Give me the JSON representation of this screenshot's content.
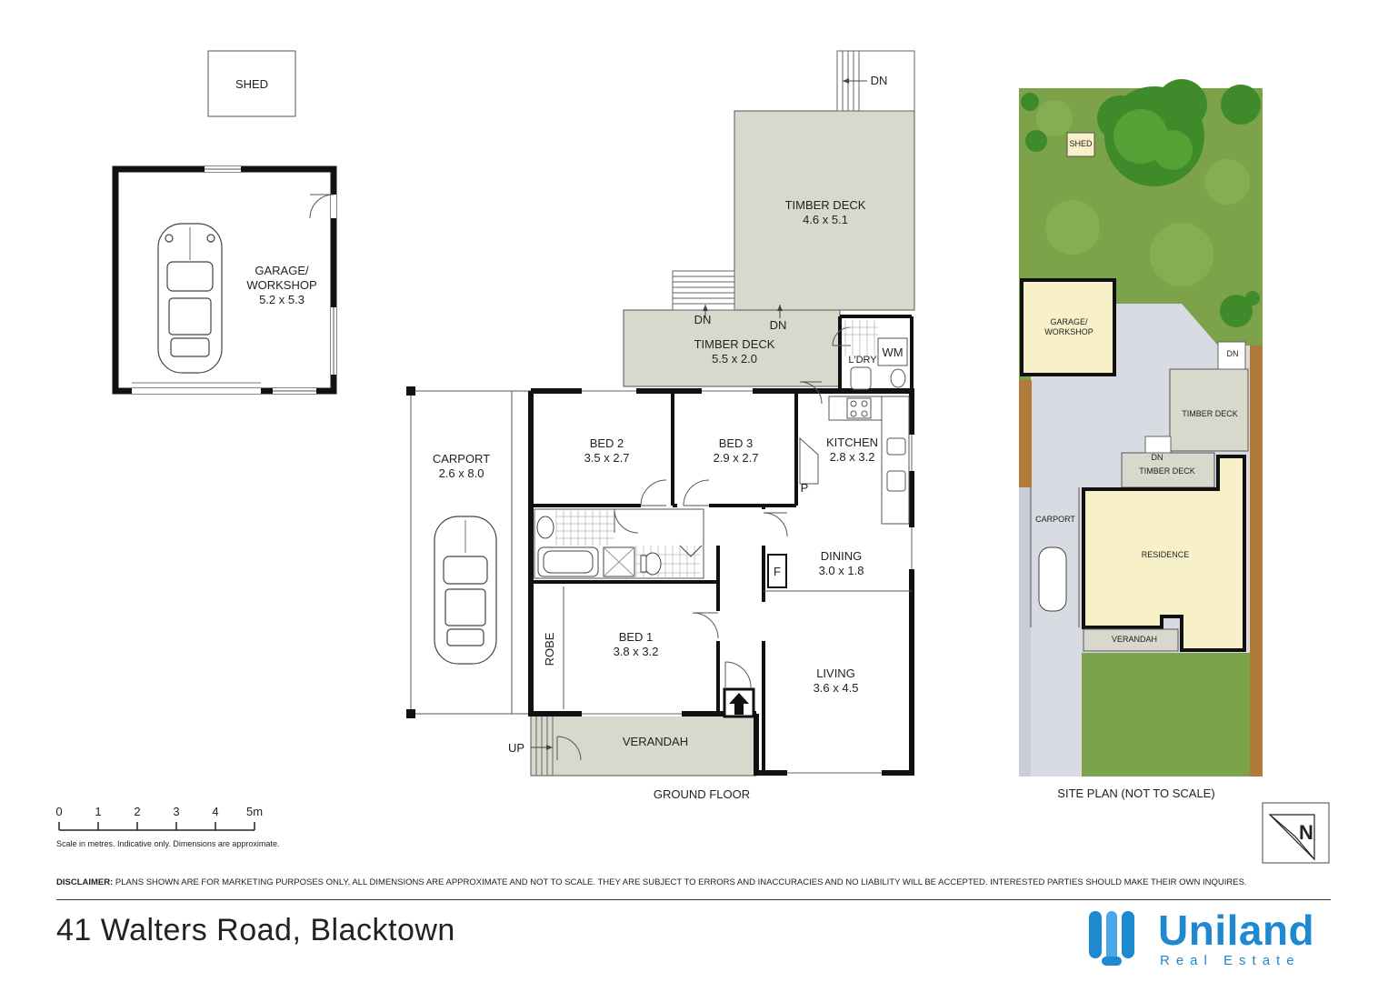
{
  "property": {
    "address": "41 Walters Road, Blacktown"
  },
  "plan": {
    "floor_label": "GROUND FLOOR",
    "rooms": {
      "shed": "SHED",
      "garage_name": "GARAGE/ WORKSHOP",
      "garage_dims": "5.2 x 5.3",
      "timber_deck_upper_name": "TIMBER DECK",
      "timber_deck_upper_dims": "4.6 x 5.1",
      "timber_deck_lower_name": "TIMBER DECK",
      "timber_deck_lower_dims": "5.5 x 2.0",
      "carport_name": "CARPORT",
      "carport_dims": "2.6 x 8.0",
      "bed2_name": "BED 2",
      "bed2_dims": "3.5 x 2.7",
      "bed3_name": "BED 3",
      "bed3_dims": "2.9 x 2.7",
      "kitchen_name": "KITCHEN",
      "kitchen_dims": "2.8 x 3.2",
      "dining_name": "DINING",
      "dining_dims": "3.0 x 1.8",
      "bed1_name": "BED 1",
      "bed1_dims": "3.8 x 3.2",
      "living_name": "LIVING",
      "living_dims": "3.6 x 4.5",
      "verandah": "VERANDAH",
      "robe": "ROBE",
      "laundry": "L'DRY",
      "wm": "WM",
      "pantry": "P",
      "fireplace": "F"
    },
    "markers": {
      "dn1": "DN",
      "dn2": "DN",
      "dn3": "DN",
      "up": "UP"
    }
  },
  "site_plan": {
    "caption": "SITE PLAN (NOT TO SCALE)",
    "shed": "SHED",
    "garage": "GARAGE/ WORKSHOP",
    "dn": "DN",
    "timber_deck_upper": "TIMBER DECK",
    "dn_lower": "DN",
    "timber_deck_lower": "TIMBER DECK",
    "carport": "CARPORT",
    "residence": "RESIDENCE",
    "verandah": "VERANDAH"
  },
  "scale_bar": {
    "ticks": [
      "0",
      "1",
      "2",
      "3",
      "4",
      "5m"
    ],
    "note": "Scale in metres. Indicative only. Dimensions are approximate."
  },
  "compass": {
    "label": "N"
  },
  "disclaimer": {
    "heading": "DISCLAIMER:",
    "text": "PLANS SHOWN ARE FOR MARKETING PURPOSES ONLY, ALL DIMENSIONS ARE APPROXIMATE AND NOT TO SCALE. THEY ARE SUBJECT TO ERRORS AND INACCURACIES AND NO LIABILITY WILL BE ACCEPTED. INTERESTED PARTIES SHOULD MAKE THEIR OWN INQUIRES."
  },
  "brand": {
    "name": "Uniland",
    "tagline": "Real Estate",
    "color": "#1e88d0"
  },
  "colors": {
    "deck": "#d8d8cc",
    "residence": "#f8f0c8",
    "lawn": "#7ca34a",
    "driveway": "#d8dbe2",
    "fence": "#b07a3a"
  }
}
